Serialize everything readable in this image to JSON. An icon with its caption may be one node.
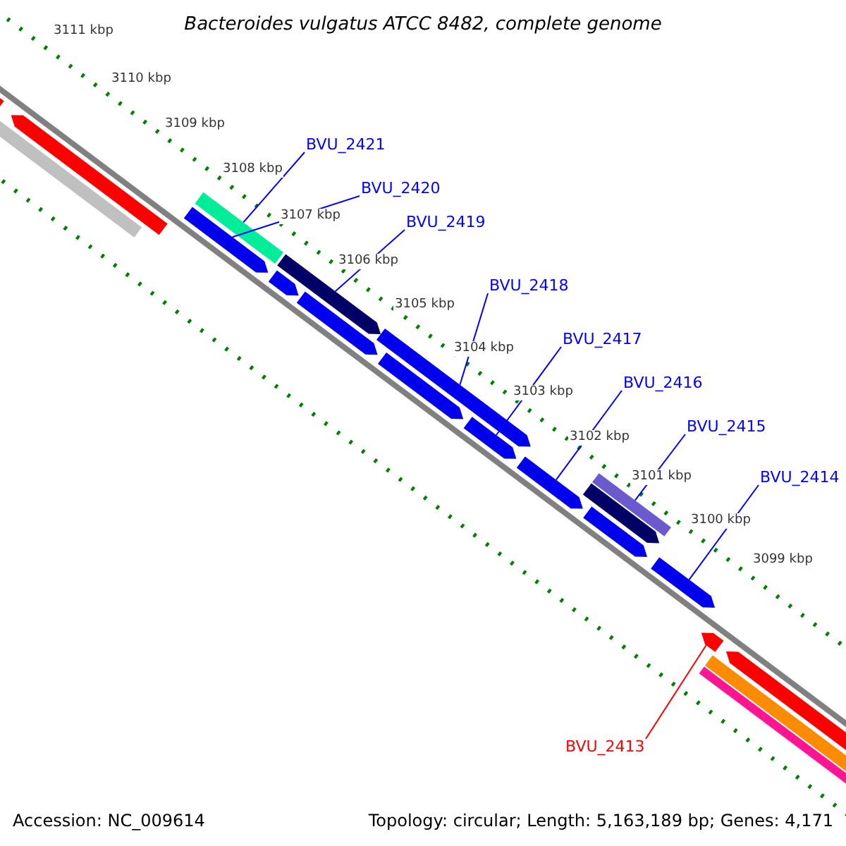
{
  "diagram": {
    "title": "Bacteroides vulgatus ATCC 8482, complete genome",
    "nodes": [
      {
        "text": [
          "BVU_2421"
        ]
      },
      {
        "text": [
          "BVU_2420"
        ]
      },
      {
        "text": [
          "BVU_2419"
        ]
      },
      {
        "text": [
          "BVU_2418"
        ]
      },
      {
        "text": [
          "BVU_2417"
        ]
      },
      {
        "text": [
          "BVU_2416"
        ]
      },
      {
        "text": [
          "BVU_2415"
        ]
      },
      {
        "text": [
          "BVU_2414"
        ]
      },
      {
        "text": [
          "BVU_2413"
        ]
      },
      {
        "text": [],
        "shape": "bar"
      },
      {
        "text": [],
        "shape": "bar"
      },
      {
        "text": [],
        "shape": "bar"
      },
      {
        "text": [],
        "shape": "bar"
      },
      {
        "text": [],
        "shape": "bar"
      },
      {
        "text": [],
        "shape": "bar"
      },
      {
        "text": [],
        "shape": "bar"
      },
      {
        "text": [],
        "shape": "bar"
      },
      {
        "text": [],
        "shape": "bar"
      }
    ],
    "edges": [
      {
        "from": 0,
        "to": 9,
        "arrow": "none"
      },
      {
        "from": 1,
        "to": 10,
        "arrow": "none"
      },
      {
        "from": 2,
        "to": 11,
        "arrow": "none"
      },
      {
        "from": 3,
        "to": 12,
        "arrow": "none"
      },
      {
        "from": 4,
        "to": 13,
        "arrow": "none"
      },
      {
        "from": 5,
        "to": 14,
        "arrow": "none"
      },
      {
        "from": 6,
        "to": 15,
        "arrow": "none"
      },
      {
        "from": 7,
        "to": 16,
        "arrow": "none"
      },
      {
        "from": 8,
        "to": 17,
        "arrow": "none",
        "color": "#ff0000"
      }
    ],
    "labels": [
      "3111 kbp",
      "3110 kbp",
      "3109 kbp",
      "3108 kbp",
      "3107 kbp",
      "3106 kbp",
      "3105 kbp",
      "3104 kbp",
      "3103 kbp",
      "3102 kbp",
      "3101 kbp",
      "3100 kbp",
      "3099 kbp",
      "Accession: NC_009614",
      "Topology: circular; Length: 5,163,189 bp; Genes: 4,171"
    ]
  }
}
